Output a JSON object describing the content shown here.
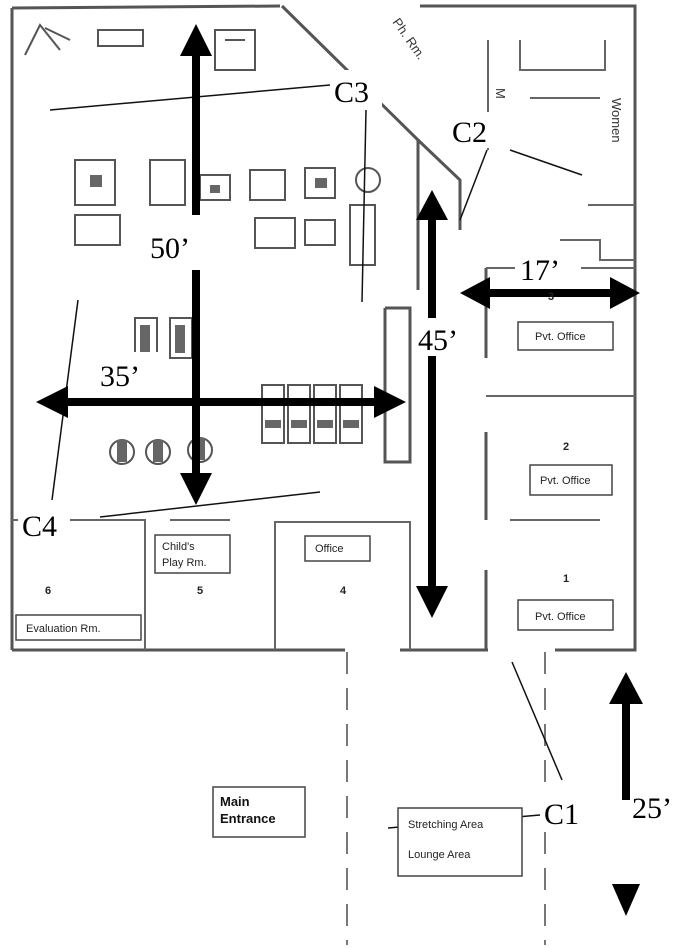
{
  "rooms": {
    "phone_room": "Ph. Rm.",
    "men": "M",
    "women": "Women",
    "office_4": "Office",
    "office_4_number": "4",
    "childs_play_line1": "Child's",
    "childs_play_line2": "Play Rm.",
    "childs_play_number": "5",
    "evaluation": "Evaluation Rm.",
    "evaluation_number": "6",
    "pvt_office_1": "Pvt. Office",
    "pvt_office_1_number": "1",
    "pvt_office_2": "Pvt. Office",
    "pvt_office_2_number": "2",
    "pvt_office_3": "Pvt. Office",
    "pvt_office_3_number": "3",
    "main_entrance_line1": "Main",
    "main_entrance_line2": "Entrance",
    "stretching_area": "Stretching Area",
    "lounge_area": "Lounge Area"
  },
  "callouts": {
    "c1": "C1",
    "c2": "C2",
    "c3": "C3",
    "c4": "C4"
  },
  "dimensions": {
    "d50": "50’",
    "d45": "45’",
    "d35": "35’",
    "d17": "17’",
    "d25": "25’"
  },
  "colors": {
    "walls": "#555555",
    "arrows": "#000000",
    "background": "#ffffff"
  }
}
